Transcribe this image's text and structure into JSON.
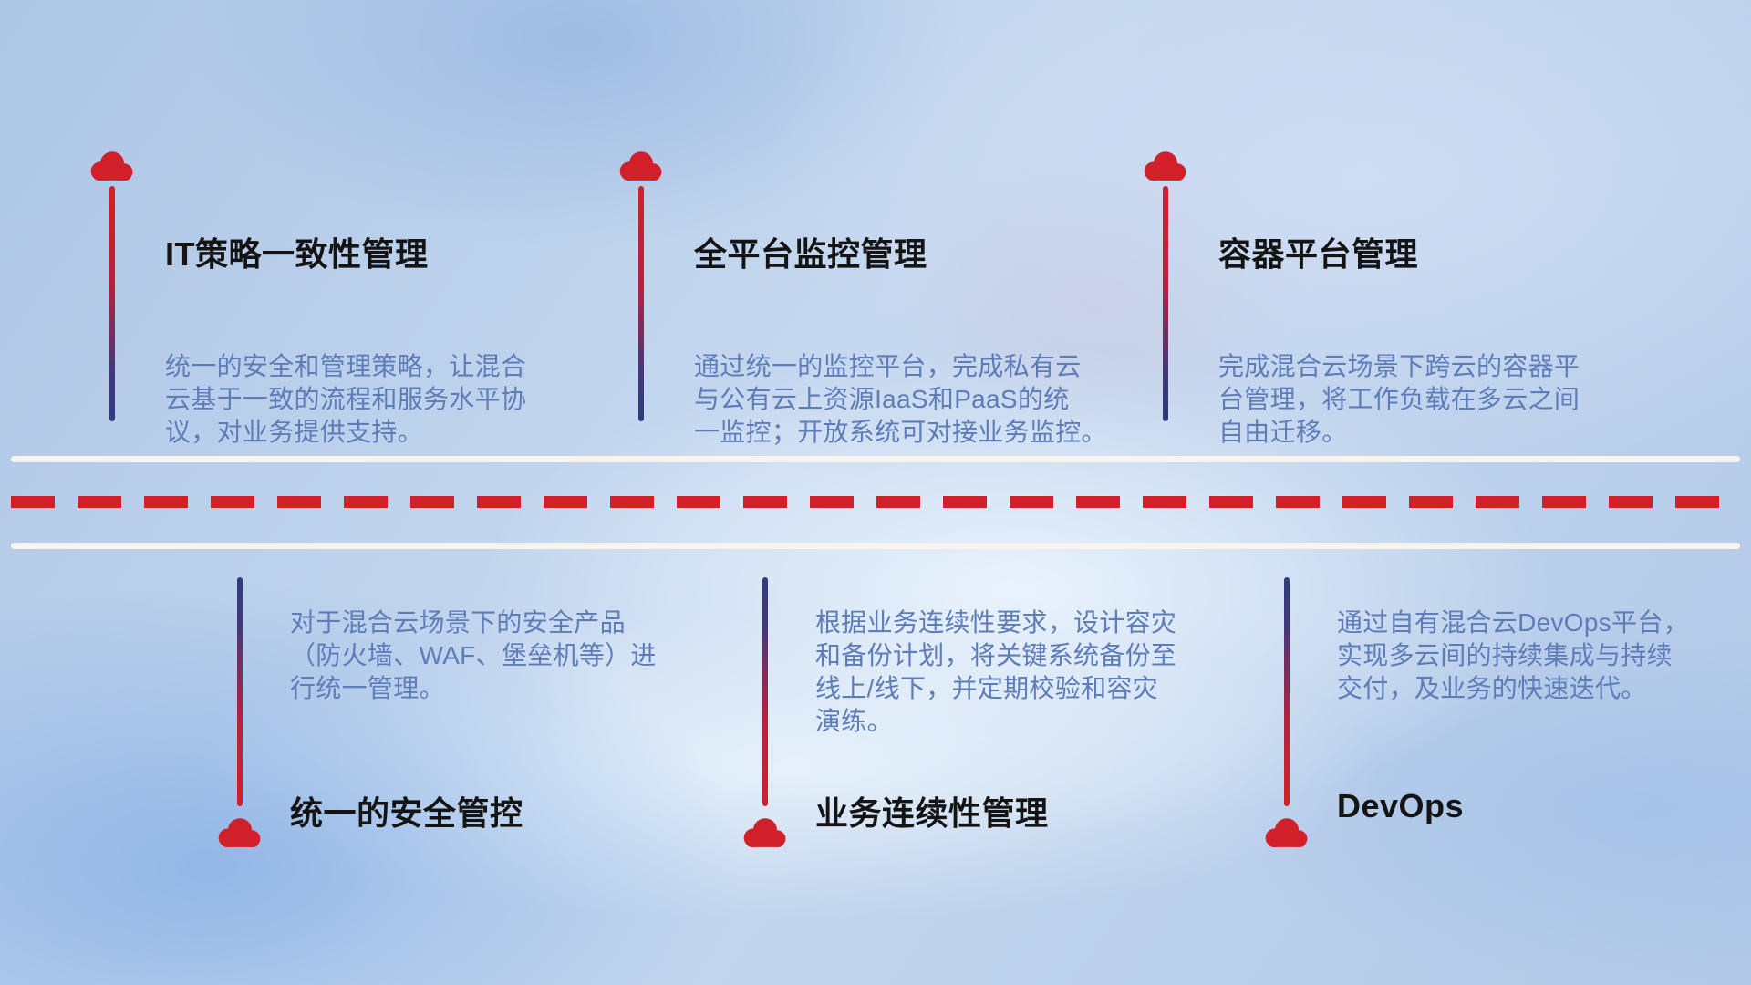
{
  "colors": {
    "accent_red": "#d2202a",
    "stem_navy": "#2c3d7e",
    "body_text": "#5d7cb8",
    "title_text": "#141414",
    "road_line": "#f8f5f1"
  },
  "icons": {
    "marker": "cloud"
  },
  "top_items": [
    {
      "title": "IT策略一致性管理",
      "description": "统一的安全和管理策略，让混合\n云基于一致的流程和服务水平协\n议，对业务提供支持。"
    },
    {
      "title": "全平台监控管理",
      "description": "通过统一的监控平台，完成私有云\n与公有云上资源IaaS和PaaS的统\n一监控；开放系统可对接业务监控。"
    },
    {
      "title": "容器平台管理",
      "description": "完成混合云场景下跨云的容器平\n台管理，将工作负载在多云之间\n自由迁移。"
    }
  ],
  "bottom_items": [
    {
      "title": "统一的安全管控",
      "description": "对于混合云场景下的安全产品\n（防火墙、WAF、堡垒机等）进\n行统一管理。"
    },
    {
      "title": "业务连续性管理",
      "description": "根据业务连续性要求，设计容灾\n和备份计划，将关键系统备份至\n线上/线下，并定期校验和容灾\n演练。"
    },
    {
      "title": "DevOps",
      "description": "通过自有混合云DevOps平台，\n实现多云间的持续集成与持续\n交付，及业务的快速迭代。"
    }
  ]
}
